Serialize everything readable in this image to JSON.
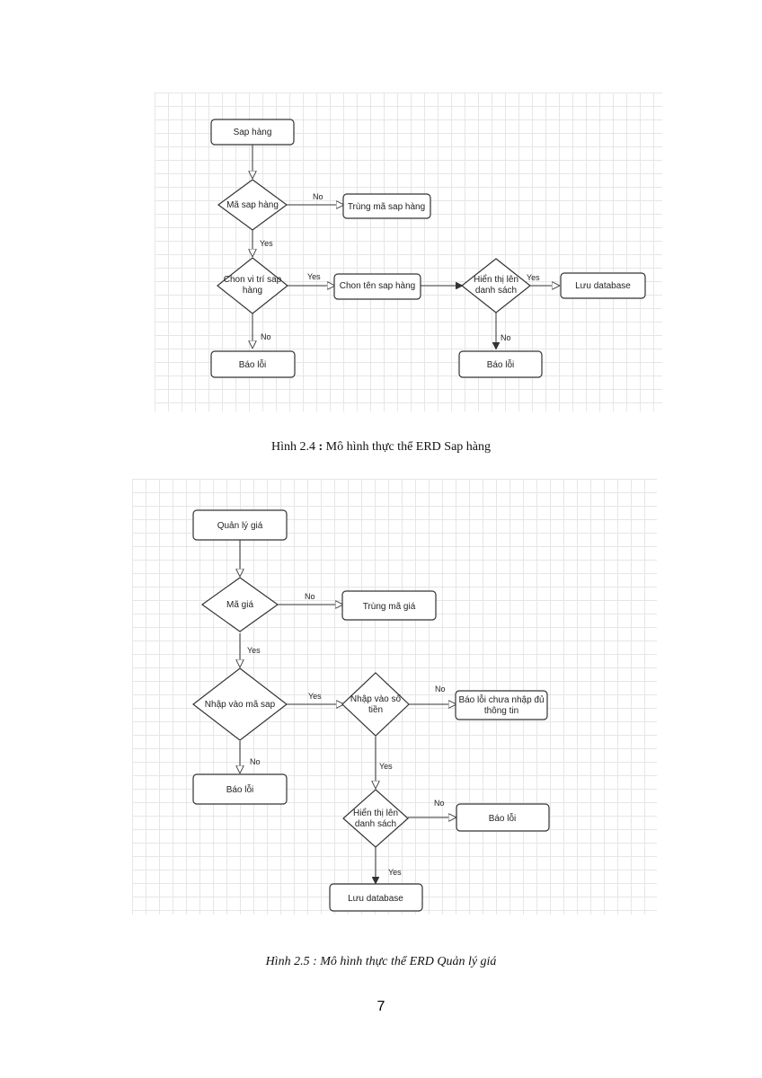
{
  "figure1": {
    "caption_prefix": "Hình 2.4",
    "caption_sep": " : ",
    "caption_text": "Mô hình thực thể ERD Sap hàng",
    "nodes": {
      "start": "Sap hàng",
      "dec_code": "Mã sap hàng",
      "dup_code": "Trùng mã sap hàng",
      "dec_position": [
        "Chon vi trí sap",
        "hàng"
      ],
      "choose_name": "Chon tên sap hàng",
      "dec_display": [
        "Hiển thị lên",
        "danh sách"
      ],
      "save_db": "Lưu database",
      "error_left": "Báo lỗi",
      "error_right": "Báo lỗi"
    },
    "edges": {
      "no_1": "No",
      "yes_1": "Yes",
      "yes_2": "Yes",
      "yes_3": "Yes",
      "no_2": "No",
      "no_3": "No"
    }
  },
  "figure2": {
    "caption": "Hình 2.5 : Mô hình thực thể ERD Quản lý giá",
    "nodes": {
      "start": "Quản lý giá",
      "dec_code": "Mã giá",
      "dup_code": "Trùng mã giá",
      "dec_stall": "Nhập vào mã sap",
      "dec_amount": [
        "Nhập vào số",
        "tiền"
      ],
      "missing_info": [
        "Báo lỗi chưa nhập đủ",
        "thông tin"
      ],
      "error_left": "Báo lỗi",
      "dec_display": [
        "Hiển thị lên",
        "danh sách"
      ],
      "error_right": "Báo lỗi",
      "save_db": "Lưu database"
    },
    "edges": {
      "no_1": "No",
      "yes_1": "Yes",
      "yes_2": "Yes",
      "no_2": "No",
      "no_3": "No",
      "yes_3": "Yes",
      "no_4": "No",
      "yes_4": "Yes"
    }
  },
  "page_number": "7"
}
